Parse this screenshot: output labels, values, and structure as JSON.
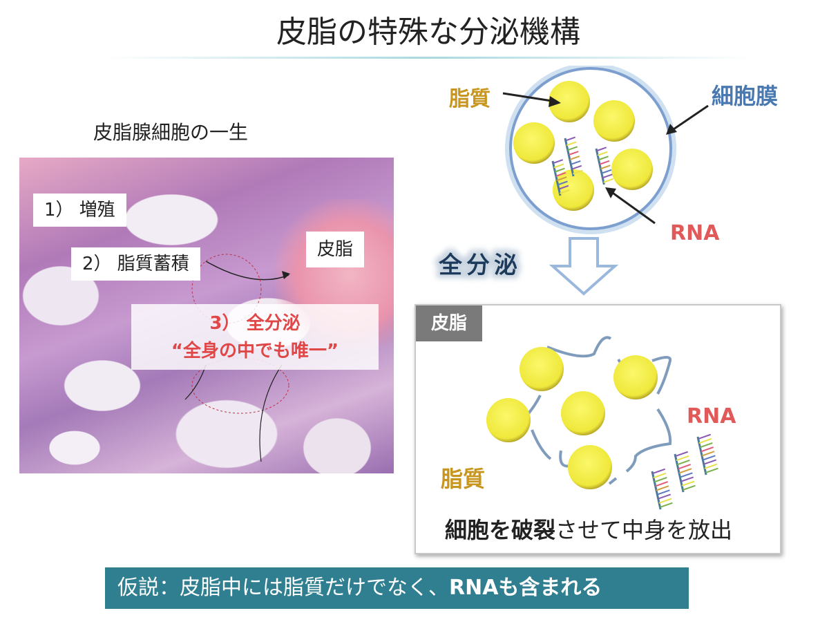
{
  "title": "皮脂の特殊な分泌機構",
  "left": {
    "heading": "皮脂腺細胞の一生",
    "labels": {
      "step1": "1）  増殖",
      "step2": "2）  脂質蓄積",
      "sebum": "皮脂",
      "step3_line1": "3）  全分泌",
      "step3_line2": "“全身の中でも唯一”"
    }
  },
  "cell_diagram": {
    "lipid_label": "脂質",
    "membrane_label": "細胞膜",
    "rna_label": "RNA",
    "process_label": "全分泌"
  },
  "sebum_box": {
    "tag": "皮脂",
    "rna_label": "RNA",
    "lipid_label": "脂質",
    "caption_bold": "細胞を破裂",
    "caption_rest": "させて中身を放出"
  },
  "hypothesis": {
    "prefix": "仮説：皮脂中には脂質だけでなく、",
    "bold": "RNAも含まれる"
  },
  "colors": {
    "lipid": "#f2ee4a",
    "lipid_label": "#c8961e",
    "membrane": "#4a78b0",
    "rna": "#e05a5a",
    "navy": "#1f3b5c",
    "hyp_bg": "#2f7f90"
  }
}
